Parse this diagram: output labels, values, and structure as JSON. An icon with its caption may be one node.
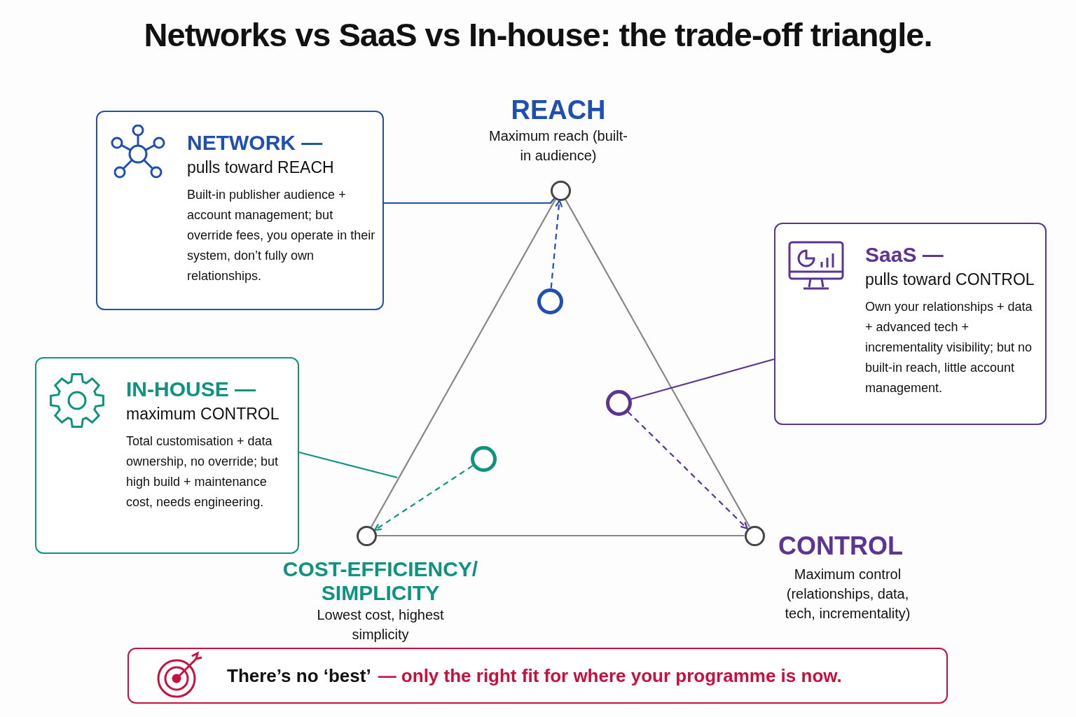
{
  "diagram": {
    "title": "Networks vs SaaS vs In-house: the trade-off triangle.",
    "nodes": [
      {
        "text": [
          "NETWORK —",
          "pulls toward REACH",
          "Built-in publisher audience + account management; but override fees, you operate in their system, don’t fully own relationships."
        ]
      },
      {
        "text": [],
        "shape": "circle",
        "beside": [
          "REACH",
          "Maximum reach (built-in audience)"
        ]
      },
      {
        "text": [
          "SaaS —",
          "pulls toward CONTROL",
          "Own your relationships + data + advanced tech + incrementality visibility; but no built-in reach, little account management."
        ]
      },
      {
        "text": [],
        "shape": "circle"
      },
      {
        "text": [
          "IN-HOUSE —",
          "maximum CONTROL",
          "Total customisation + data ownership, no override; but high build + maintenance cost, needs engineering."
        ]
      },
      {
        "text": [],
        "shape": "circle"
      },
      {
        "text": [],
        "shape": "circle"
      },
      {
        "text": [],
        "shape": "circle",
        "beside": [
          "COST-EFFICIENCY/ SIMPLICITY",
          "Lowest cost, highest simplicity"
        ]
      },
      {
        "text": [],
        "shape": "circle",
        "beside": [
          "CONTROL",
          "Maximum control (relationships, data, tech, incrementality)"
        ]
      },
      {
        "text": [
          "There’s no ‘best’",
          "— only the right fit for where your programme is now."
        ]
      }
    ],
    "edges": [
      {
        "from": 1,
        "to": 8,
        "arrow": "none"
      },
      {
        "from": 8,
        "to": 7,
        "arrow": "none"
      },
      {
        "from": 7,
        "to": 1,
        "arrow": "none"
      },
      {
        "from": 0,
        "to": 1,
        "arrow": "none",
        "color": "#1f4fb0"
      },
      {
        "from": 2,
        "to": 5,
        "arrow": "none",
        "color": "#5b3494"
      },
      {
        "from": 4,
        "to": null,
        "arrow": "none",
        "color": "#10937e"
      },
      {
        "from": 3,
        "to": 1,
        "arrow": "to",
        "style": "dashed",
        "color": "#1f4fb0"
      },
      {
        "from": 5,
        "to": 8,
        "arrow": "to",
        "style": "dashed",
        "color": "#5b3494"
      },
      {
        "from": 6,
        "to": 7,
        "arrow": "to",
        "style": "dashed",
        "color": "#10937e"
      }
    ]
  }
}
